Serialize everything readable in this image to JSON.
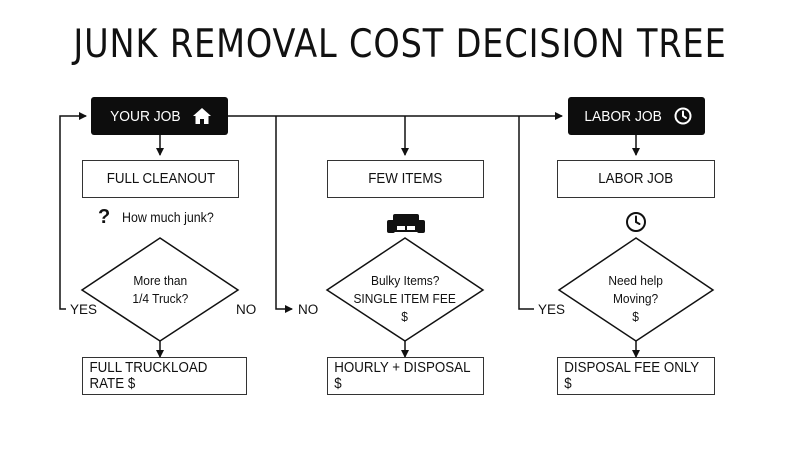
{
  "title": "JUNK REMOVAL COST DECISION TREE",
  "headers": {
    "your_job": "YOUR JOB",
    "labor_job": "LABOR JOB"
  },
  "boxes": {
    "full_cleanout": "FULL CLEANOUT",
    "few_items": "FEW ITEMS",
    "labor_job": "LABOR JOB",
    "full_truckload": "FULL TRUCKLOAD RATE $",
    "hourly_disposal": "HOURLY + DISPOSAL $",
    "disposal_fee_only": "DISPOSAL FEE ONLY $"
  },
  "question": "How much junk?",
  "question_mark": "?",
  "decisions": {
    "truck": {
      "line1": "More than",
      "line2": "1/4 Truck?"
    },
    "bulky": {
      "line1": "Bulky Items?",
      "line2": "SINGLE ITEM FEE",
      "line3": "$"
    },
    "moving": {
      "line1": "Need help",
      "line2": "Moving?",
      "line3": "$"
    }
  },
  "labels": {
    "yes_left": "YES",
    "no_left": "NO",
    "no_mid": "NO",
    "yes_right": "YES"
  },
  "icons": [
    "home-icon",
    "clock-icon",
    "sofa-icon",
    "clock-icon"
  ]
}
